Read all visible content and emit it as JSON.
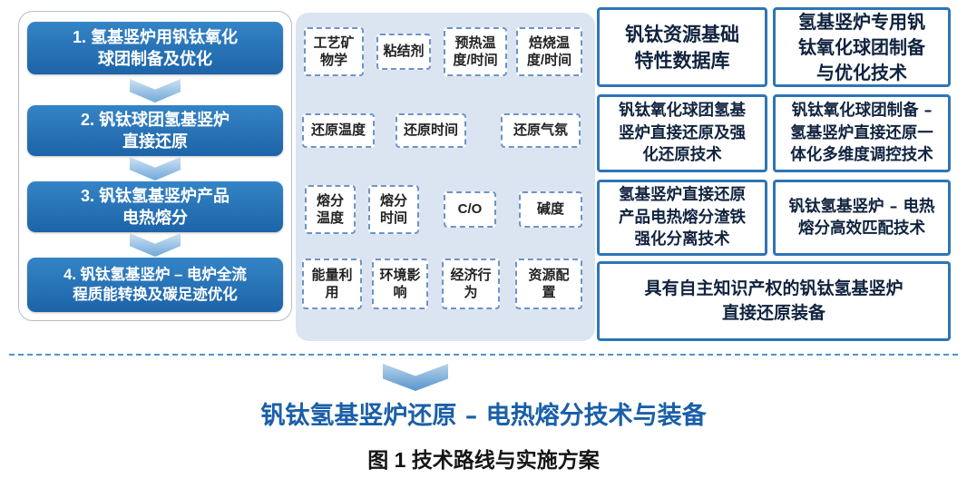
{
  "steps": [
    "1. 氢基竖炉用钒钛氧化\n球团制备及优化",
    "2. 钒钛球团氢基竖炉\n直接还原",
    "3. 钒钛氢基竖炉产品\n电热熔分",
    "4. 钒钛氢基竖炉 – 电炉全流\n程质能转换及碳足迹优化"
  ],
  "factors": {
    "row1": [
      "工艺矿\n物学",
      "粘结剂",
      "预热温\n度/时间",
      "焙烧温\n度/时间"
    ],
    "row2": [
      "还原温度",
      "还原时间",
      "还原气氛"
    ],
    "row3": [
      "熔分\n温度",
      "熔分\n时间",
      "C/O",
      "碱度"
    ],
    "row4": [
      "能量利\n用",
      "环境影\n响",
      "经济行\n为",
      "资源配\n置"
    ]
  },
  "outputs": {
    "row1": [
      "钒钛资源基础\n特性数据库",
      "氢基竖炉专用钒\n钛氧化球团制备\n与优化技术"
    ],
    "row2": [
      "钒钛氧化球团氢基\n竖炉直接还原及强\n化还原技术",
      "钒钛氧化球团制备 –\n氢基竖炉直接还原一\n体化多维度调控技术"
    ],
    "row3": [
      "氢基竖炉直接还原\n产品电热熔分渣铁\n强化分离技术",
      "钒钛氢基竖炉 – 电热\n熔分高效匹配技术"
    ],
    "row4": "具有自主知识产权的钒钛氢基竖炉\n直接还原装备"
  },
  "footer": {
    "result": "钒钛氢基竖炉还原 – 电热熔分技术与装备",
    "caption": "图 1 技术路线与实施方案"
  },
  "colors": {
    "step_blue": "#2272b4",
    "panel_blue": "#dbe5f1",
    "outline_blue": "#2e75b6",
    "dashed_border_blue": "#6e93c8",
    "arrow_blue": "#6fa8da",
    "accent_text_blue": "#1a5fa8"
  }
}
